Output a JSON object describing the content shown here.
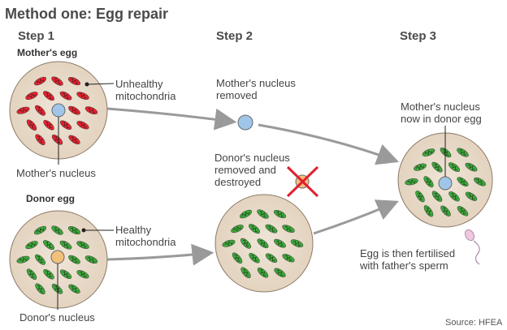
{
  "title": "Method one: Egg repair",
  "steps": [
    "Step 1",
    "Step 2",
    "Step 3"
  ],
  "labels": {
    "mothers_egg": "Mother's egg",
    "donor_egg": "Donor egg",
    "unhealthy_1": "Unhealthy",
    "unhealthy_2": "mitochondria",
    "healthy_1": "Healthy",
    "healthy_2": "mitochondria",
    "mothers_nucleus": "Mother's nucleus",
    "donors_nucleus": "Donor's nucleus",
    "removed_1": "Mother's nucleus",
    "removed_2": "removed",
    "donor_removed_1": "Donor's nucleus",
    "donor_removed_2": "removed and",
    "donor_removed_3": "destroyed",
    "now_1": "Mother's nucleus",
    "now_2": "now in donor egg",
    "fert_1": "Egg is then fertilised",
    "fert_2": "with father's sperm"
  },
  "source": "Source: HFEA",
  "colors": {
    "cell_fill": "#e3d3bf",
    "cell_center": "#efe5d7",
    "cell_stroke": "#8a7a68",
    "unhealthy": "#e8222f",
    "healthy": "#3daa3a",
    "mother_nucleus": "#9fc6e8",
    "donor_nucleus": "#f3c07a",
    "arrow": "#9a9a9a",
    "cross": "#e02030"
  },
  "icons": [
    "mitochondria-icon",
    "nucleus-icon",
    "cross-icon",
    "sperm-icon"
  ]
}
